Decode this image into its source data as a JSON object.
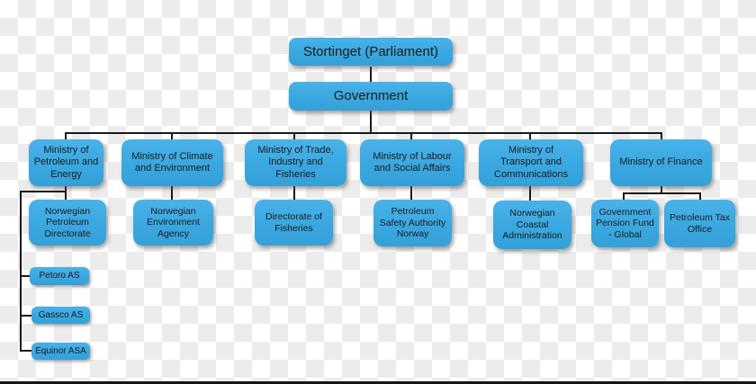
{
  "diagram": {
    "type": "org-chart",
    "background": "transparency-checkerboard"
  },
  "colors": {
    "box_fill": "#3aa7e0",
    "box_text": "#1b1b1b",
    "connector": "#1a1a1a",
    "checker_light": "#ffffff",
    "checker_dark": "#ececec",
    "bottom_edge": "#161616"
  },
  "nodes": {
    "stortinget": {
      "label": "Stortinget (Parliament)"
    },
    "government": {
      "label": "Government"
    },
    "ministry_petroleum_energy": {
      "label": "Ministry of\nPetroleum and\nEnergy"
    },
    "ministry_climate_environment": {
      "label": "Ministry of Climate\nand Environment"
    },
    "ministry_trade_industry_fisheries": {
      "label": "Ministry of Trade,\nIndustry and\nFisheries"
    },
    "ministry_labour_social_affairs": {
      "label": "Ministry of Labour\nand Social Affairs"
    },
    "ministry_transport_communications": {
      "label": "Ministry of\nTransport and\nCommunications"
    },
    "ministry_finance": {
      "label": "Ministry of Finance"
    },
    "norwegian_petroleum_directorate": {
      "label": "Norwegian\nPetroleum\nDirectorate"
    },
    "norwegian_environment_agency": {
      "label": "Norwegian\nEnvironment\nAgency"
    },
    "directorate_of_fisheries": {
      "label": "Directorate of\nFisheries"
    },
    "petroleum_safety_authority": {
      "label": "Petroleum\nSafety Authority\nNorway"
    },
    "norwegian_coastal_administration": {
      "label": "Norwegian\nCoastal\nAdministration"
    },
    "government_pension_fund": {
      "label": "Government\nPension Fund\n- Global"
    },
    "petroleum_tax_office": {
      "label": "Petroleum Tax\nOffice"
    },
    "petoro": {
      "label": "Petoro AS"
    },
    "gassco": {
      "label": "Gassco AS"
    },
    "equinor": {
      "label": "Equinor ASA"
    }
  },
  "structure": {
    "stortinget": [
      "government"
    ],
    "government": [
      "ministry_petroleum_energy",
      "ministry_climate_environment",
      "ministry_trade_industry_fisheries",
      "ministry_labour_social_affairs",
      "ministry_transport_communications",
      "ministry_finance"
    ],
    "ministry_petroleum_energy": [
      "norwegian_petroleum_directorate",
      "petoro",
      "gassco",
      "equinor"
    ],
    "ministry_climate_environment": [
      "norwegian_environment_agency"
    ],
    "ministry_trade_industry_fisheries": [
      "directorate_of_fisheries"
    ],
    "ministry_labour_social_affairs": [
      "petroleum_safety_authority"
    ],
    "ministry_transport_communications": [
      "norwegian_coastal_administration"
    ],
    "ministry_finance": [
      "government_pension_fund",
      "petroleum_tax_office"
    ]
  }
}
